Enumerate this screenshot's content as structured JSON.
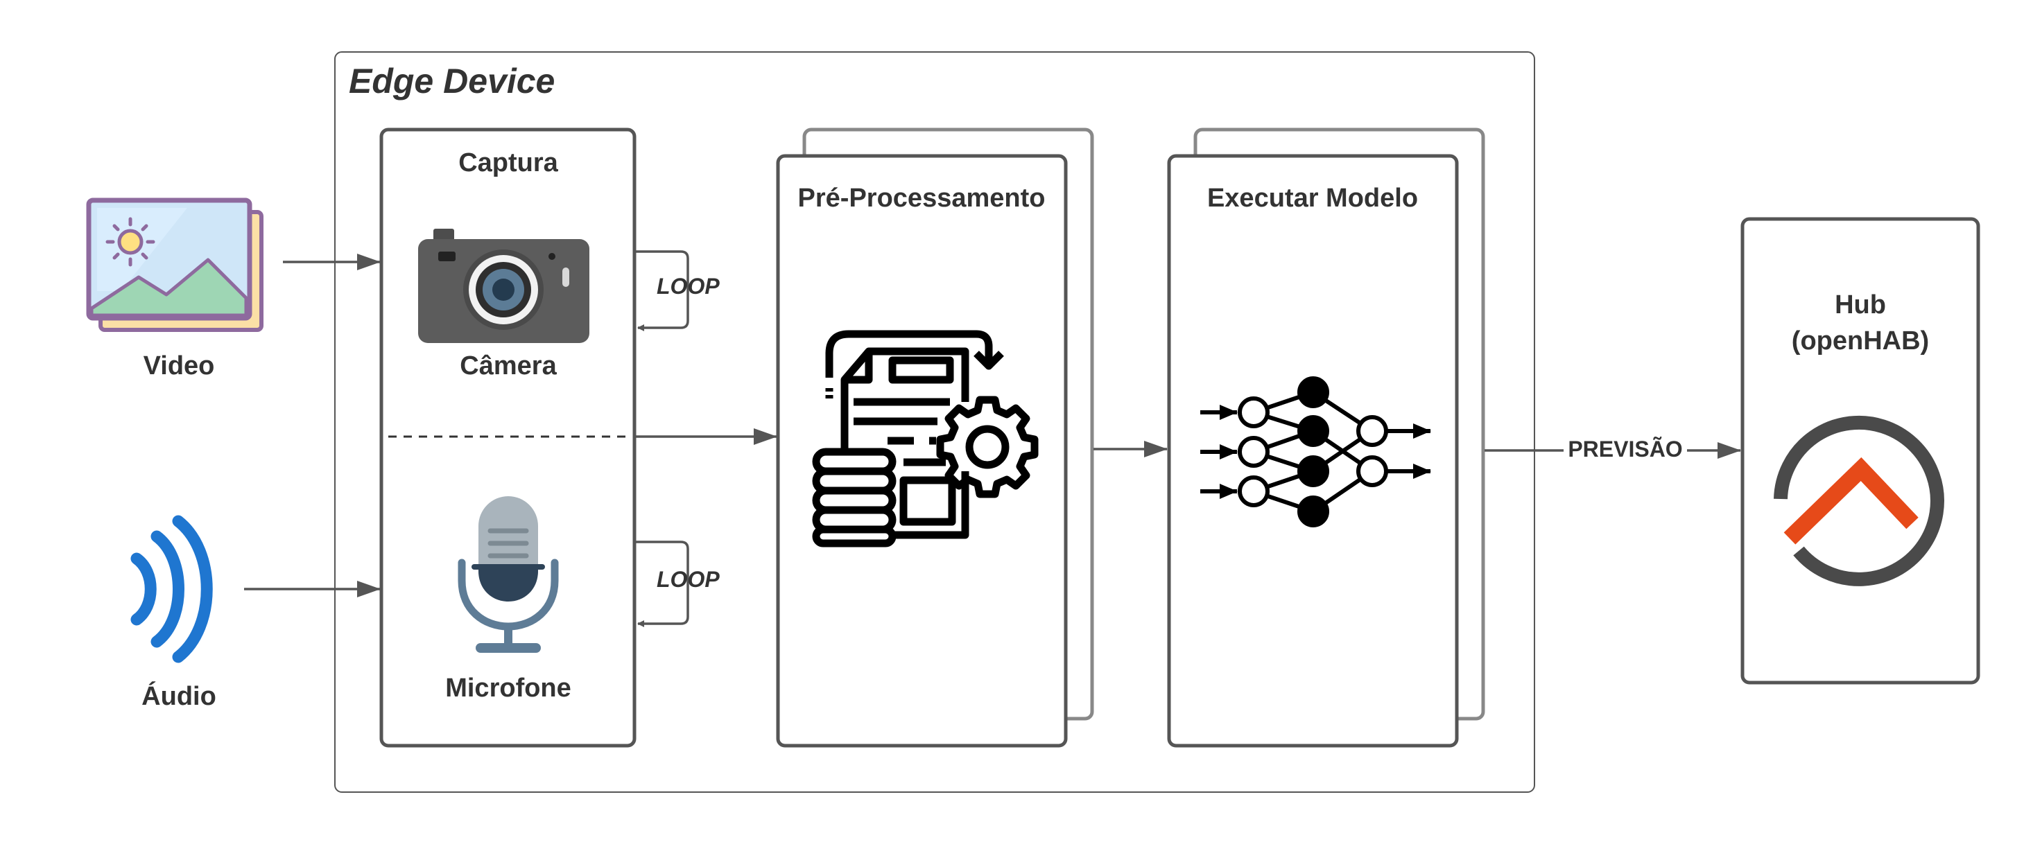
{
  "edge_device": {
    "title": "Edge Device"
  },
  "inputs": {
    "video_label": "Video",
    "audio_label": "Áudio"
  },
  "capture": {
    "title": "Captura",
    "camera_label": "Câmera",
    "microphone_label": "Microfone",
    "loop_top": "LOOP",
    "loop_bottom": "LOOP"
  },
  "preprocessing": {
    "title": "Pré-Processamento"
  },
  "model": {
    "title": "Executar Modelo"
  },
  "output": {
    "arrow_label": "PREVISÃO",
    "hub_line1": "Hub",
    "hub_line2": "(openHAB)"
  },
  "colors": {
    "box_border": "#555555",
    "text": "#333333",
    "audio_waves": "#1F76D0",
    "openhab_ring": "#4A4A4A",
    "openhab_roof": "#E64A19",
    "camera_body": "#5C5C5C",
    "mic_head": "#A9B4BC",
    "mic_capsule": "#2E4358"
  }
}
